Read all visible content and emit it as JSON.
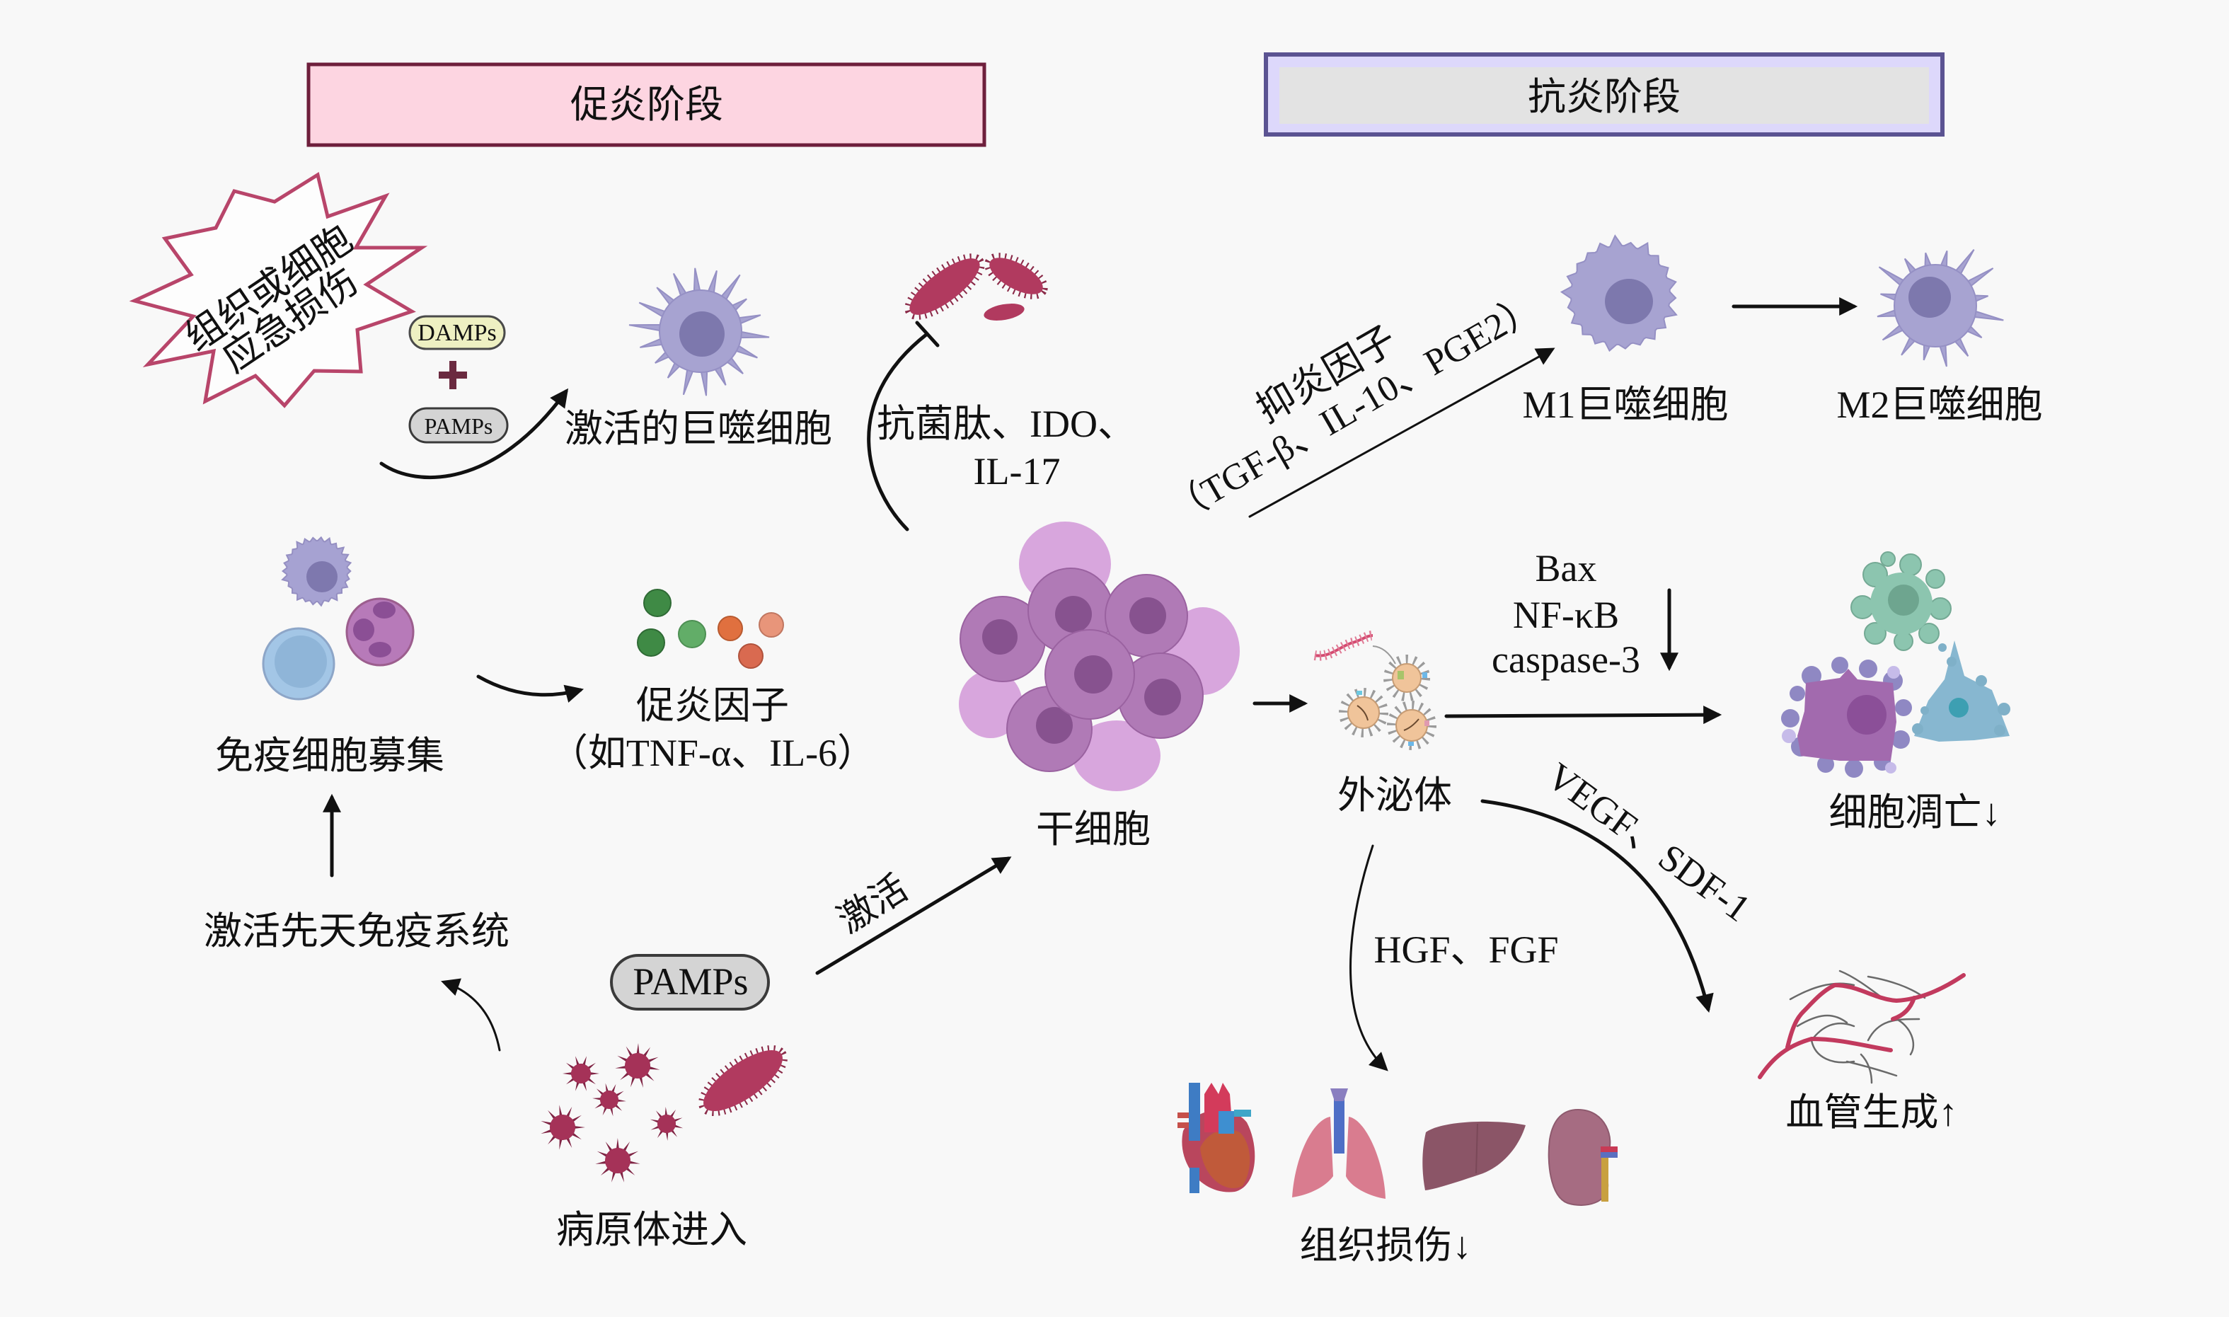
{
  "figure": {
    "stages": {
      "pro_inflammatory": "促炎阶段",
      "anti_inflammatory": "抗炎阶段"
    },
    "pro_inflammatory": {
      "injury_lines": [
        "组织或细胞",
        "应急损伤"
      ],
      "damps_badge": "DAMPs",
      "pamps_badge_small": "PAMPs",
      "activated_macrophage": "激活的巨噬细胞",
      "antimicrobial_lines": [
        "抗菌肽、IDO、",
        "IL-17"
      ],
      "immune_recruitment": "免疫细胞募集",
      "cytokine_lines": [
        "促炎因子",
        "（如TNF-α、IL-6）"
      ],
      "innate_activation": "激活先天免疫系统",
      "pamps_badge": "PAMPs",
      "activate_label": "激活",
      "pathogen_entry": "病原体进入"
    },
    "center": {
      "stem_cell": "干细胞",
      "exosome": "外泌体"
    },
    "anti_inflammatory": {
      "factor_lines": [
        "抑炎因子",
        "（TGF-β、IL-10、PGE2）"
      ],
      "m1_macrophage": "M1巨噬细胞",
      "m2_macrophage": "M2巨噬细胞",
      "apoptosis_markers": [
        "Bax",
        "NF-κB",
        "caspase-3"
      ],
      "apoptosis": "细胞凋亡↓",
      "tissue_factors": "HGF、FGF",
      "angiogenic_factors": "VEGF、SDF-1",
      "tissue_damage": "组织损伤↓",
      "angiogenesis": "血管生成↑"
    }
  },
  "colors": {
    "background": "#f8f8f8",
    "pro_stage_fill": "#fdd5e1",
    "pro_stage_border": "#6e1f3c",
    "anti_stage_fill": "#e3e3e3",
    "anti_stage_border": "#5b5392",
    "anti_stage_inner": "#ddd8fb",
    "injury_outline": "#b8456a",
    "damps_fill": "#eef0c2",
    "pamps_fill": "#d4d4d4",
    "macrophage": "#a7a3d1",
    "macrophage_nucleus": "#7d78ad",
    "pathogen": "#b13a5f",
    "stem_cell": "#b07ab6",
    "stem_cell_back": "#d8a6dd",
    "stem_nucleus": "#87528f",
    "arrow": "#111111",
    "text": "#111111"
  }
}
